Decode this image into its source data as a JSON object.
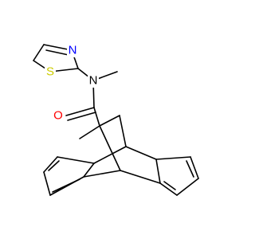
{
  "colors": {
    "background": "#ffffff",
    "bond": "#000000",
    "carbon_label": "#000000",
    "nitrogen": "#0000ff",
    "oxygen": "#ff0000",
    "sulfur": "#cccc00"
  },
  "atoms": {
    "thiazole_n": {
      "symbol": "N",
      "color": "nitrogen"
    },
    "thiazole_s": {
      "symbol": "S",
      "color": "sulfur"
    },
    "amide_n": {
      "symbol": "N",
      "color": "carbon_label"
    },
    "carbonyl_o": {
      "symbol": "O",
      "color": "oxygen"
    }
  }
}
